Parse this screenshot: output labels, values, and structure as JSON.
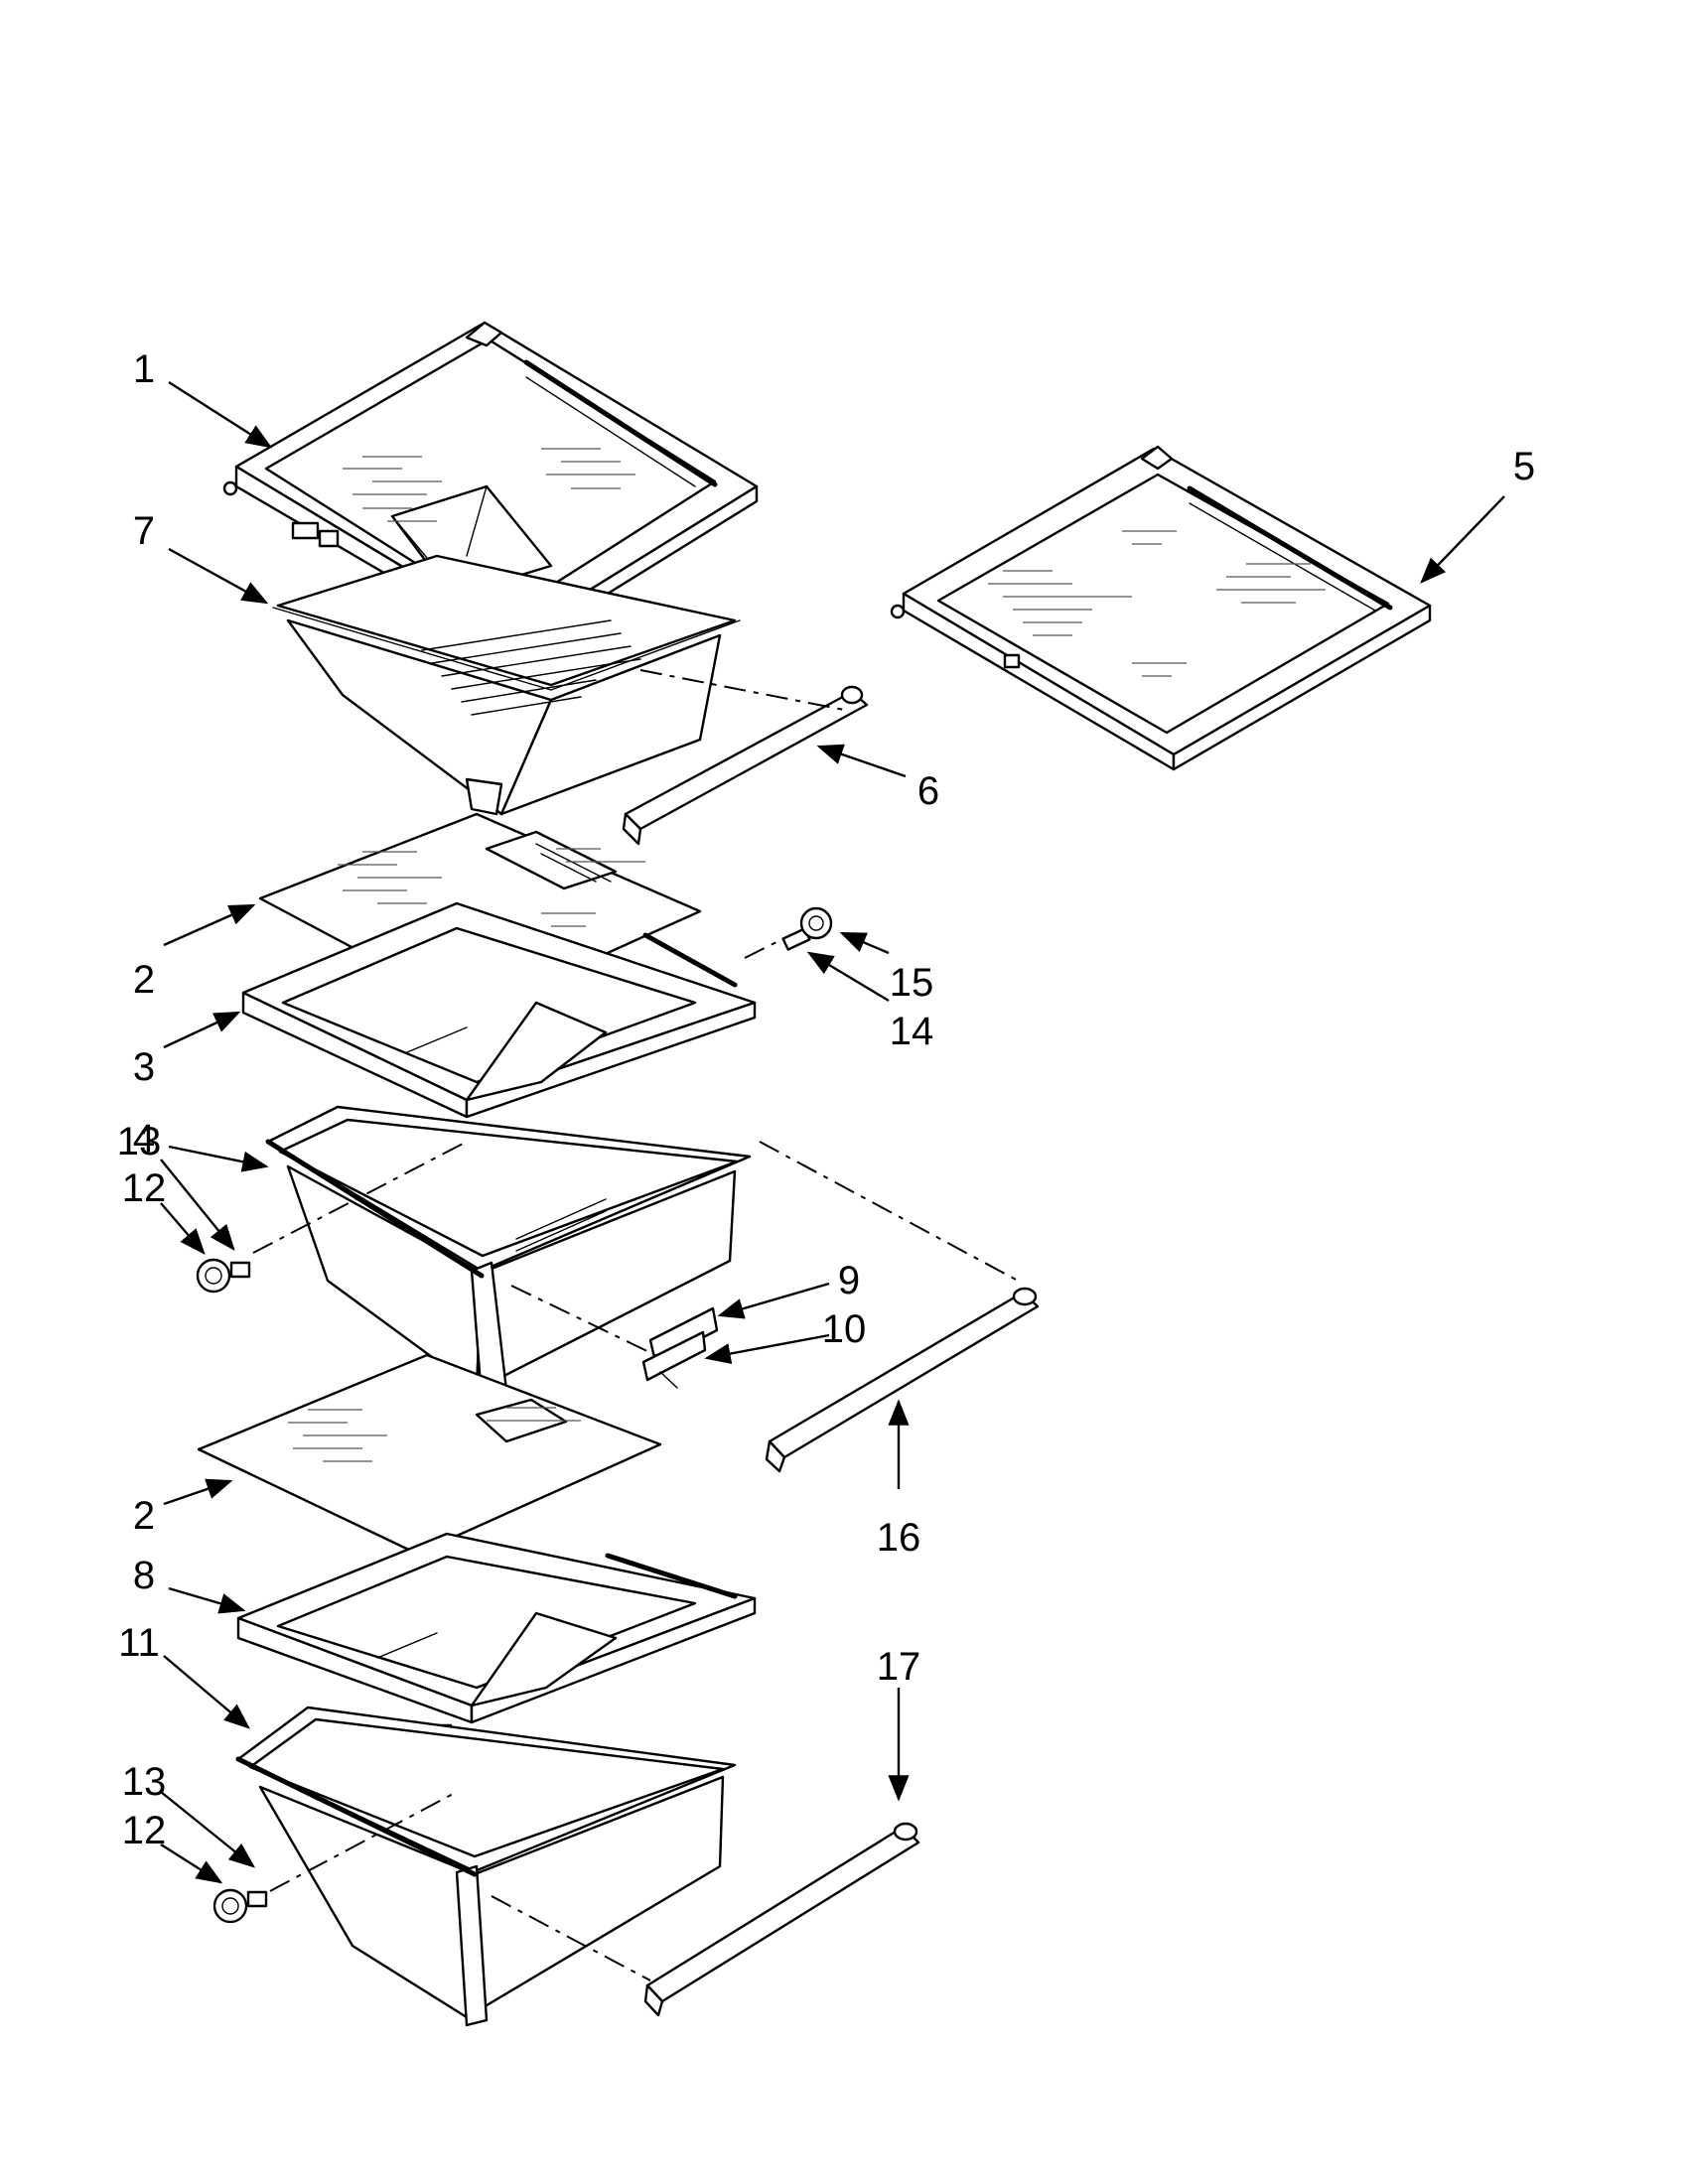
{
  "callouts": [
    "1",
    "2",
    "2",
    "3",
    "4",
    "5",
    "6",
    "7",
    "8",
    "9",
    "10",
    "11",
    "12",
    "12",
    "13",
    "13",
    "14",
    "15",
    "16",
    "17"
  ],
  "colors": {
    "line": "#000000",
    "background": "#ffffff",
    "glass_hatch": "#555555"
  }
}
